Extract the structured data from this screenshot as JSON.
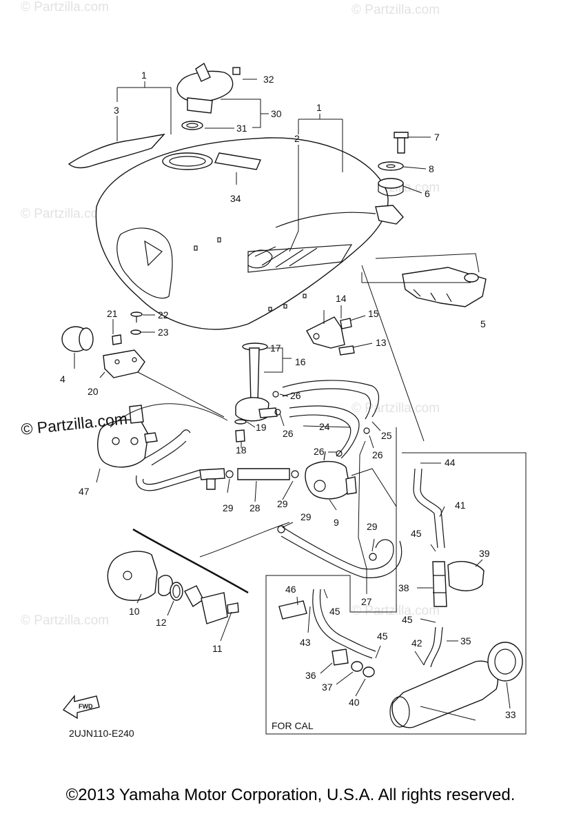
{
  "watermark": "© Partzilla.com",
  "brand_watermark": "© Partzilla.com",
  "diagram_code": "2UJN110-E240",
  "variant_label": "FOR CAL",
  "fwd_label": "FWD",
  "copyright": "©2013 Yamaha Motor Corporation, U.S.A. All rights reserved.",
  "callouts": [
    "1",
    "3",
    "32",
    "30",
    "31",
    "1",
    "2",
    "7",
    "8",
    "6",
    "34",
    "5",
    "21",
    "22",
    "23",
    "14",
    "15",
    "13",
    "17",
    "16",
    "4",
    "20",
    "26",
    "19",
    "26",
    "24",
    "25",
    "18",
    "26",
    "26",
    "44",
    "47",
    "29",
    "28",
    "29",
    "9",
    "41",
    "29",
    "29",
    "45",
    "39",
    "10",
    "12",
    "11",
    "46",
    "45",
    "38",
    "27",
    "45",
    "43",
    "45",
    "42",
    "35",
    "36",
    "37",
    "40",
    "33"
  ]
}
